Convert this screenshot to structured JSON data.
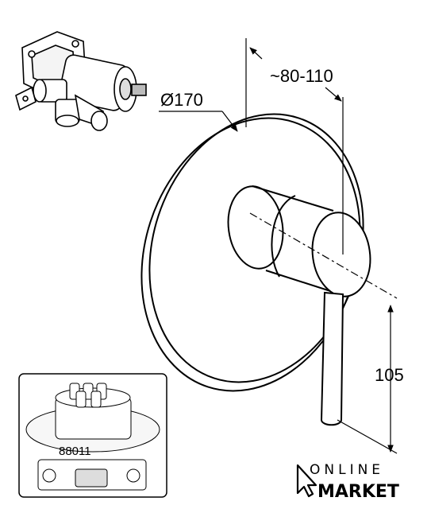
{
  "dimensions": {
    "diameter": "Ø170",
    "depth": "~80-110",
    "height": "105"
  },
  "inset": {
    "part_number": "88011"
  },
  "logo": {
    "line1": "ONLINE",
    "line2": "MARKET",
    "icon": "cursor-arrow-icon"
  },
  "colors": {
    "ink": "#000000",
    "background": "#ffffff"
  }
}
